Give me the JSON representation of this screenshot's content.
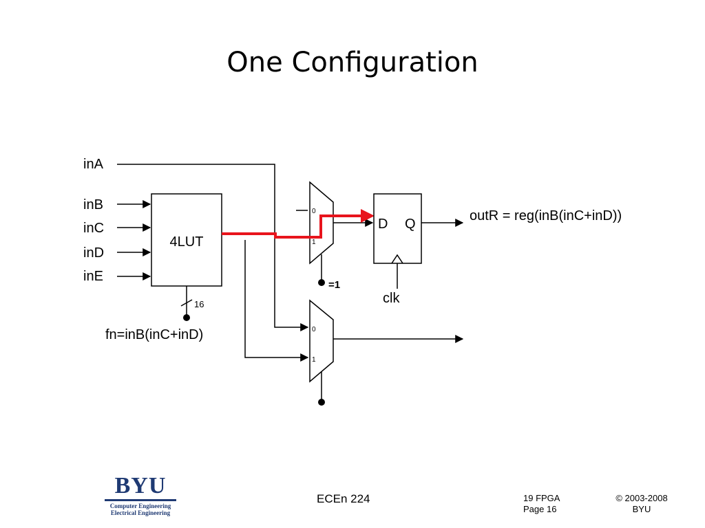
{
  "slide": {
    "title": "One Configuration"
  },
  "diagram": {
    "inputs": [
      "inA",
      "inB",
      "inC",
      "inD",
      "inE"
    ],
    "lut_label": "4LUT",
    "bus_width": "16",
    "function_label": "fn=inB(inC+inD)",
    "mux_top": {
      "in0": "0",
      "in1": "1",
      "select_value": "=1"
    },
    "mux_bottom": {
      "in0": "0",
      "in1": "1"
    },
    "flipflop": {
      "d": "D",
      "q": "Q",
      "clock": "clk"
    },
    "output_label": "outR = reg(inB(inC+inD))",
    "colors": {
      "highlight_path": "#e8141c",
      "wire": "#000000"
    }
  },
  "footer": {
    "logo_word": "BYU",
    "logo_line1": "Computer Engineering",
    "logo_line2": "Electrical Engineering",
    "course": "ECEn 224",
    "page_line1": "19 FPGA",
    "page_line2": "Page 16",
    "copyright_line1": "© 2003-2008",
    "copyright_line2": "BYU"
  }
}
